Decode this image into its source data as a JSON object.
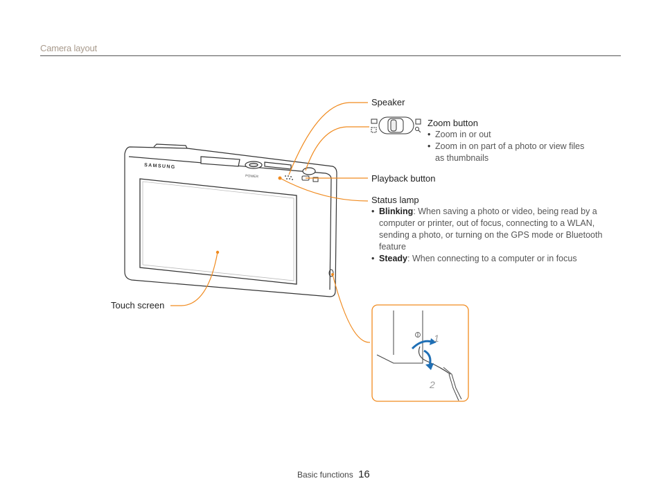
{
  "header": {
    "section_title": "Camera layout"
  },
  "camera": {
    "brand": "SAMSUNG",
    "power_label": "POWER"
  },
  "callouts": {
    "speaker": "Speaker",
    "zoom_button": {
      "title": "Zoom button",
      "bullets": [
        "Zoom in or out",
        "Zoom in on part of a photo or view files",
        "as thumbnails"
      ]
    },
    "playback_button": "Playback button",
    "status_lamp": {
      "title": "Status lamp",
      "blinking_term": "Blinking",
      "blinking_lines": [
        ": When saving a photo or video, being read by a",
        "computer or printer, out of focus, connecting to a WLAN,",
        "sending a photo, or turning on the GPS mode or Bluetooth",
        "feature"
      ],
      "steady_term": "Steady",
      "steady_text": ": When connecting to a computer or in focus"
    },
    "touch_screen": "Touch screen"
  },
  "strap_inset": {
    "step_1": "1",
    "step_2": "2"
  },
  "colors": {
    "callout_line": "#f08a1e",
    "header_text": "#a89a8c",
    "strap_arrow": "#1f6fb5"
  },
  "footer": {
    "section": "Basic functions",
    "page_number": "16"
  }
}
